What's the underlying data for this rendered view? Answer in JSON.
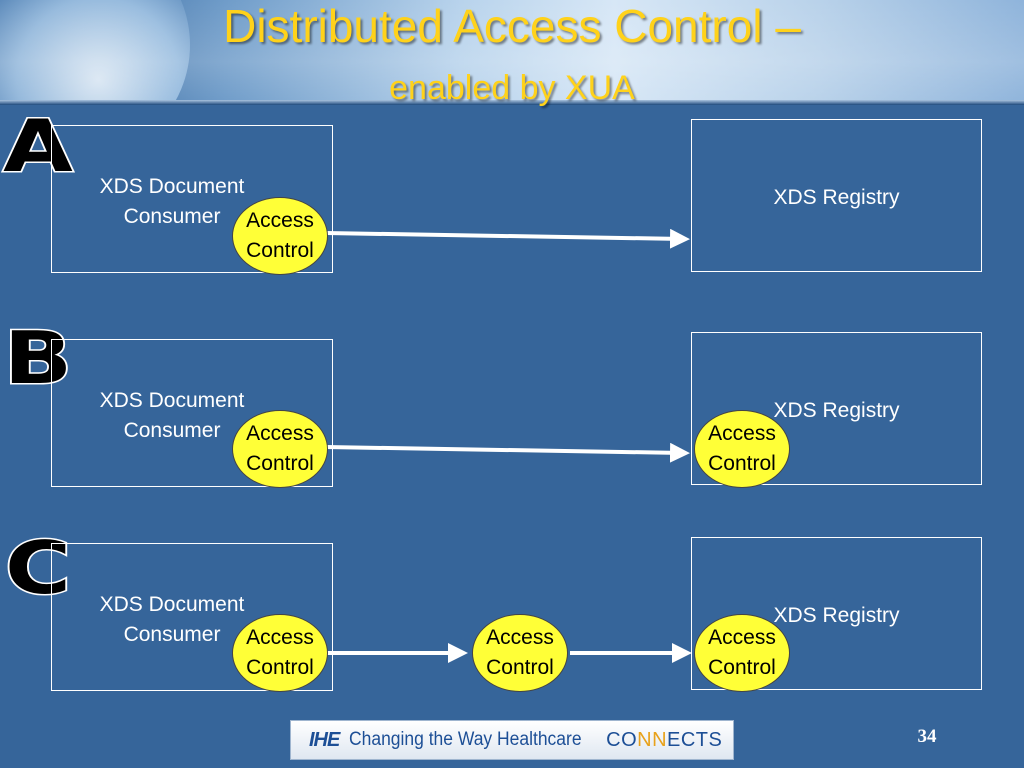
{
  "title": "Distributed Access Control –",
  "subtitle": "enabled by XUA",
  "rows": [
    {
      "letter": "A",
      "consumer": {
        "line1": "XDS Document",
        "line2": "Consumer"
      },
      "registry": "XDS Registry",
      "access_control": {
        "line1": "Access",
        "line2": "Control"
      }
    },
    {
      "letter": "B",
      "consumer": {
        "line1": "XDS Document",
        "line2": "Consumer"
      },
      "registry": "XDS Registry",
      "access_control": {
        "line1": "Access",
        "line2": "Control"
      }
    },
    {
      "letter": "C",
      "consumer": {
        "line1": "XDS Document",
        "line2": "Consumer"
      },
      "registry": "XDS Registry",
      "access_control": {
        "line1": "Access",
        "line2": "Control"
      }
    }
  ],
  "footer": {
    "logo_mark": "IHE",
    "tagline": "Changing the Way Healthcare",
    "connects_prefix": "CO",
    "connects_highlight": "NN",
    "connects_suffix": "ECTS",
    "highlight_color": "#e8a21c"
  },
  "page_number": "34",
  "colors": {
    "background": "#36659a",
    "title": "#ffd21a",
    "access_control_fill": "#ffff37",
    "box_border": "#ffffff"
  }
}
